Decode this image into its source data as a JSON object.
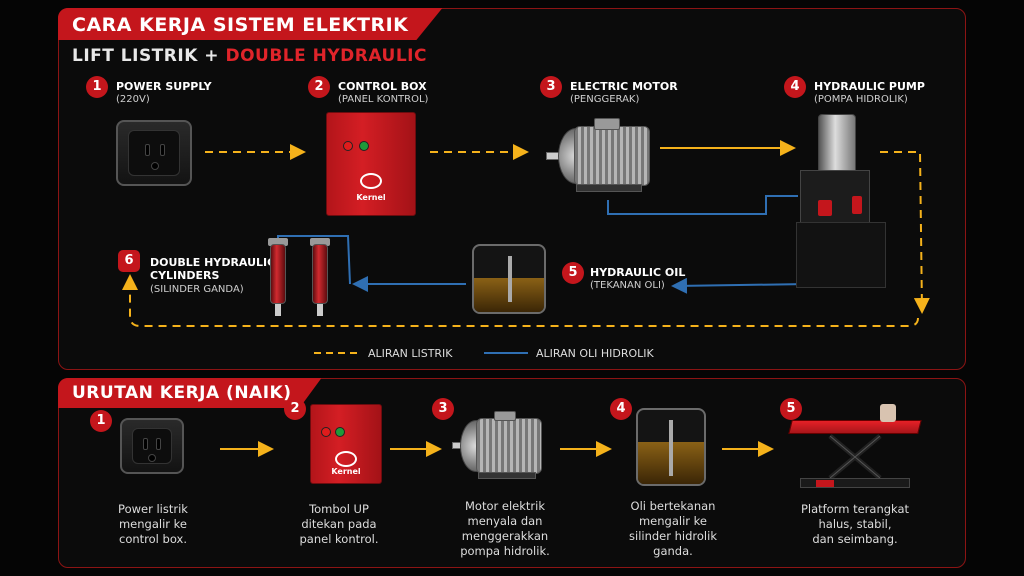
{
  "title": "CARA KERJA SISTEM ELEKTRIK",
  "subtitle": {
    "part1": "LIFT LISTRIK + ",
    "part2": "DOUBLE HYDRAULIC"
  },
  "colors": {
    "accent_red": "#c4161c",
    "electric_flow": "#f5b21b",
    "oil_flow": "#2f6fb3"
  },
  "components": [
    {
      "num": "1",
      "name": "POWER SUPPLY",
      "sub": "(220V)"
    },
    {
      "num": "2",
      "name": "CONTROL BOX",
      "sub": "(PANEL KONTROL)"
    },
    {
      "num": "3",
      "name": "ELECTRIC MOTOR",
      "sub": "(PENGGERAK)"
    },
    {
      "num": "4",
      "name": "HYDRAULIC PUMP",
      "sub": "(POMPA HIDROLIK)"
    },
    {
      "num": "5",
      "name": "HYDRAULIC OIL",
      "sub": "(TEKANAN OLI)"
    },
    {
      "num": "6",
      "name": "DOUBLE HYDRAULIC",
      "name2": "CYLINDERS",
      "sub": "(SILINDER GANDA)"
    }
  ],
  "brand": "Kernel",
  "legend": {
    "electric": "ALIRAN LISTRIK",
    "oil": "ALIRAN OLI HIDROLIK"
  },
  "sequence_title": "URUTAN KERJA (NAIK)",
  "steps": [
    {
      "num": "1",
      "desc": [
        "Power listrik",
        "mengalir ke",
        "control box."
      ]
    },
    {
      "num": "2",
      "desc": [
        "Tombol UP",
        "ditekan pada",
        "panel kontrol."
      ]
    },
    {
      "num": "3",
      "desc": [
        "Motor elektrik",
        "menyala dan",
        "menggerakkan",
        "pompa hidrolik."
      ]
    },
    {
      "num": "4",
      "desc": [
        "Oli bertekanan",
        "mengalir ke",
        "silinder hidrolik",
        "ganda."
      ]
    },
    {
      "num": "5",
      "desc": [
        "Platform terangkat",
        "halus, stabil,",
        "dan seimbang."
      ]
    }
  ]
}
